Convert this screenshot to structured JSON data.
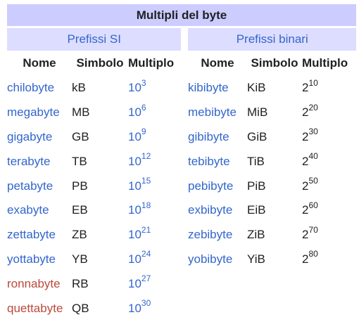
{
  "title": "Multipli del byte",
  "si": {
    "heading": "Prefissi SI",
    "headers": {
      "name": "Nome",
      "symbol": "Simbolo",
      "multiple": "Multiplo"
    },
    "rows": [
      {
        "name": "chilobyte",
        "symbol": "kB",
        "base": "10",
        "exp": "3",
        "red": false
      },
      {
        "name": "megabyte",
        "symbol": "MB",
        "base": "10",
        "exp": "6",
        "red": false
      },
      {
        "name": "gigabyte",
        "symbol": "GB",
        "base": "10",
        "exp": "9",
        "red": false
      },
      {
        "name": "terabyte",
        "symbol": "TB",
        "base": "10",
        "exp": "12",
        "red": false
      },
      {
        "name": "petabyte",
        "symbol": "PB",
        "base": "10",
        "exp": "15",
        "red": false
      },
      {
        "name": "exabyte",
        "symbol": "EB",
        "base": "10",
        "exp": "18",
        "red": false
      },
      {
        "name": "zettabyte",
        "symbol": "ZB",
        "base": "10",
        "exp": "21",
        "red": false
      },
      {
        "name": "yottabyte",
        "symbol": "YB",
        "base": "10",
        "exp": "24",
        "red": false
      },
      {
        "name": "ronnabyte",
        "symbol": "RB",
        "base": "10",
        "exp": "27",
        "red": true
      },
      {
        "name": "quettabyte",
        "symbol": "QB",
        "base": "10",
        "exp": "30",
        "red": true
      }
    ]
  },
  "binary": {
    "heading": "Prefissi binari",
    "headers": {
      "name": "Nome",
      "symbol": "Simbolo",
      "multiple": "Multiplo"
    },
    "rows": [
      {
        "name": "kibibyte",
        "symbol": "KiB",
        "base": "2",
        "exp": "10"
      },
      {
        "name": "mebibyte",
        "symbol": "MiB",
        "base": "2",
        "exp": "20"
      },
      {
        "name": "gibibyte",
        "symbol": "GiB",
        "base": "2",
        "exp": "30"
      },
      {
        "name": "tebibyte",
        "symbol": "TiB",
        "base": "2",
        "exp": "40"
      },
      {
        "name": "pebibyte",
        "symbol": "PiB",
        "base": "2",
        "exp": "50"
      },
      {
        "name": "exbibyte",
        "symbol": "EiB",
        "base": "2",
        "exp": "60"
      },
      {
        "name": "zebibyte",
        "symbol": "ZiB",
        "base": "2",
        "exp": "70"
      },
      {
        "name": "yobibyte",
        "symbol": "YiB",
        "base": "2",
        "exp": "80"
      }
    ]
  },
  "colors": {
    "link": "#3366cc",
    "redlink": "#ba4a3a",
    "title_bg": "#ccccff",
    "heading_bg": "#ddddff"
  }
}
